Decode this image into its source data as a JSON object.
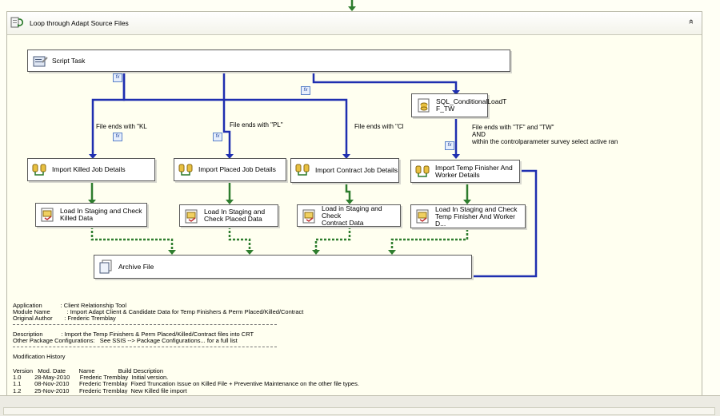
{
  "container": {
    "title": "Loop through Adapt Source Files",
    "collapse_glyph": "»"
  },
  "tasks": {
    "script": "Script Task",
    "sql": "SQL_ConditionalLoadT\nF_TW",
    "killed": "Import Killed Job Details",
    "placed": "Import Placed Job Details",
    "contract": "Import Contract Job Details",
    "tempfinisher": "Import Temp Finisher And\nWorker Details",
    "stage_killed": "Load In Staging and Check\nKilled Data",
    "stage_placed": "Load In Staging and\nCheck Placed Data",
    "stage_contract": "Load in Staging and Check\nContract Data",
    "stage_temp": "Load In Staging and Check\nTemp Finisher And Worker D...",
    "archive": "Archive File"
  },
  "conditions": {
    "kl": "File ends with  \"KL",
    "pl": "File ends with  \"PL\"",
    "cl": "File ends with  \"Cl",
    "tftw": "File ends with \"TF\" and \"TW\"\nAND\nwithin the controlparameter survey select active ran"
  },
  "fx_label": "fx",
  "annotation": {
    "app_line": "Application           : Client Relationship Tool",
    "module_line": "Module Name          : Import Adapt Client & Candidate Data for Temp Finishers & Perm Placed/Killed/Contract",
    "author_line": "Original Author       : Frederic Tremblay",
    "desc_line": "Description           : Import the Temp Finishers & Perm Placed/Killed/Contract files into CRT",
    "config_line": "Other Package Configurations:   See SSIS --> Package Configurations... for a full list",
    "mod_title": "Modification History",
    "hist_header": "Version   Mod. Date        Name              Build Description",
    "hist_1": "1.0        28-May-2010      Frederic Tremblay  Initial version.",
    "hist_2": "1.1        08-Nov-2010      Frederic Tremblay  Fixed Truncation Issue on Killed File + Preventive Maintenance on the other file types.",
    "hist_3": "1.2        25-Nov-2010      Frederic Tremblay  New Killed file import"
  },
  "colors": {
    "success": "#2e7d2e",
    "expression": "#1f2fb0",
    "completion": "#2e7d2e"
  }
}
